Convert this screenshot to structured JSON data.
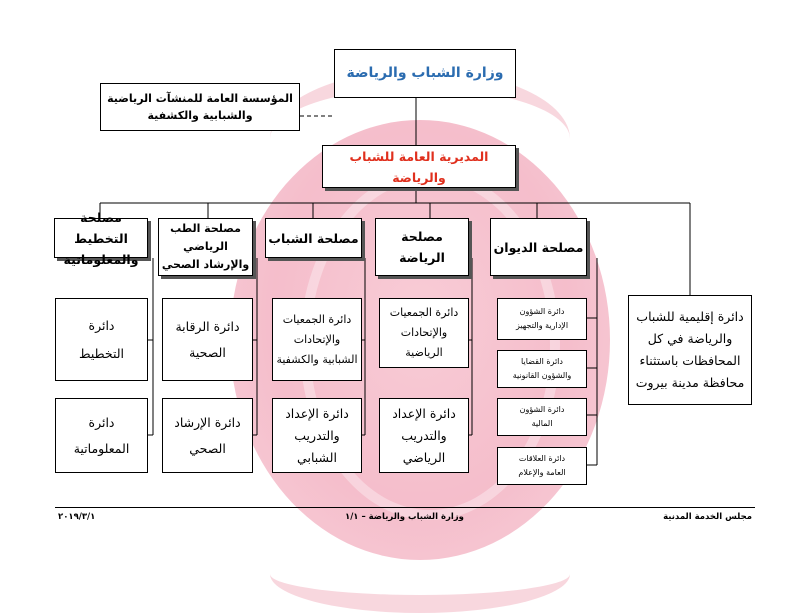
{
  "colors": {
    "ministry": "#2b6cb0",
    "directorate": "#e0301e",
    "watermark": "#f3b2c2"
  },
  "ministry": "وزارة الشباب والرياضة",
  "institution": [
    "المؤسسة العامة للمنشآت الرياضية",
    "والشبابية والكشفية"
  ],
  "directorate": "المديرية العامة للشباب والرياضة",
  "services": {
    "planning": [
      "مصلحة التخطيط",
      "والمعلوماتية"
    ],
    "medical": [
      "مصلحة الطب",
      "الرياضي",
      "والإرشاد الصحي"
    ],
    "youth": "مصلحة الشباب",
    "sport": [
      "مصلحة",
      "الرياضة"
    ],
    "diwan": "مصلحة الديوان"
  },
  "departments": {
    "planning": [
      "دائرة",
      "التخطيط"
    ],
    "informatics": [
      "دائرة",
      "المعلوماتية"
    ],
    "health_control": [
      "دائرة الرقابة",
      "الصحية"
    ],
    "health_guidance": [
      "دائرة الإرشاد",
      "الصحي"
    ],
    "youth_assoc": [
      "دائرة الجمعيات",
      "والإتحادات",
      "الشبابية والكشفية"
    ],
    "youth_training": [
      "دائرة الإعداد",
      "والتدريب",
      "الشبابي"
    ],
    "sport_assoc": [
      "دائرة الجمعيات",
      "والإتحادات",
      "الرياضية"
    ],
    "sport_training": [
      "دائرة الإعداد",
      "والتدريب",
      "الرياضي"
    ],
    "admin": [
      "دائرة الشؤون",
      "الإدارية والتجهيز"
    ],
    "legal": [
      "دائرة القضايا",
      "والشؤون القانونية"
    ],
    "finance": [
      "دائرة الشؤون",
      "المالية"
    ],
    "relations": [
      "دائرة العلاقات",
      "العامة والإعلام"
    ],
    "regional": [
      "دائرة إقليمية للشباب",
      "والرياضة في كل",
      "المحافظات باستثناء",
      "محافظة مدينة بيروت"
    ]
  },
  "footer": {
    "right": "مجلس الخدمة المدنية",
    "center": "وزارة الشباب والرياضة – ١/١",
    "left": "٢٠١٩/٣/١"
  }
}
